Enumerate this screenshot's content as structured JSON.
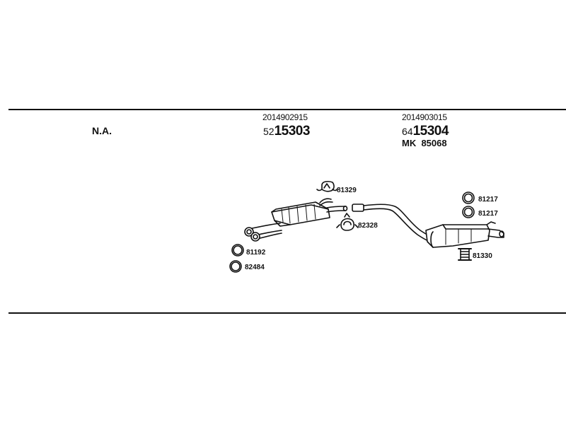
{
  "header": {
    "left_label": "N.A."
  },
  "parts": {
    "front_muffler": {
      "oe_number": "2014902915",
      "prefix": "52",
      "number": "15303"
    },
    "rear_muffler": {
      "oe_number": "2014903015",
      "prefix": "64",
      "number": "15304",
      "kit_prefix": "MK",
      "kit_number": "85068"
    }
  },
  "refs": {
    "hanger_top": "81329",
    "clamp_mid": "82328",
    "ring_a": "81192",
    "ring_b": "82484",
    "ring_c": "81217",
    "ring_d": "81217",
    "rubber_mount": "81330"
  },
  "colors": {
    "line": "#111111",
    "background": "#ffffff"
  }
}
